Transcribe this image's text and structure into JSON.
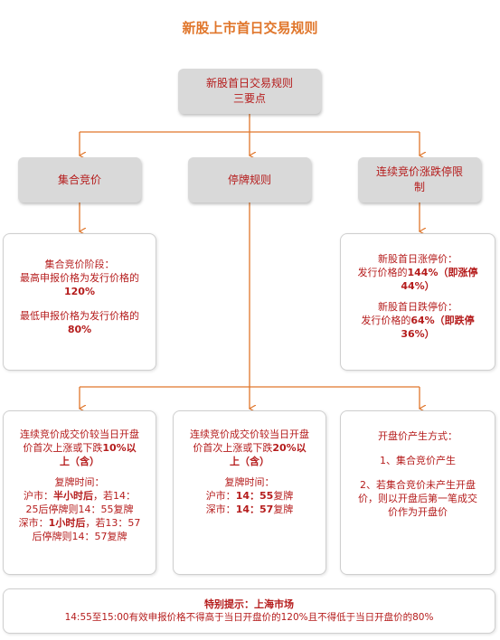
{
  "title": "新股上市首日交易规则",
  "root": {
    "line1": "新股首日交易规则",
    "line2": "三要点"
  },
  "branches": {
    "auction": "集合竞价",
    "halt": "停牌规则",
    "limit": {
      "line1": "连续竞价涨跌停限",
      "line2": "制"
    }
  },
  "auction_panel": {
    "heading": "集合竞价阶段：",
    "max_text": "最高申报价格为发行价格的",
    "max_value": "120%",
    "min_text": "最低申报价格为发行价格的",
    "min_value": "80%"
  },
  "limit_panel": {
    "up_label": "新股首日涨停价：",
    "up_pre": "发行价格的",
    "up_value": "144%（即涨停",
    "up_value2": "44%）",
    "down_label": "新股首日跌停价：",
    "down_pre": "发行价格的",
    "down_value": "64%（即跌停",
    "down_value2": "36%）"
  },
  "halt10_panel": {
    "line1": "连续竞价成交价较当日开盘",
    "line2_pre": "价首次上涨或下跌",
    "line2_b": "10%以",
    "line3_b": "上（含）",
    "resume": "复牌时间：",
    "sh_pre": "沪市：",
    "sh_b": "半小时后",
    "sh_post": "，若14：",
    "sh_line2": "25后停牌则14：55复牌",
    "sz_pre": "深市：",
    "sz_b": "1小时后",
    "sz_post": "，若13：57",
    "sz_line2": "后停牌则14：57复牌"
  },
  "halt20_panel": {
    "line1": "连续竞价成交价较当日开盘",
    "line2_pre": "价首次上涨或下跌",
    "line2_b": "20%以",
    "line3_b": "上（含）",
    "resume": "复牌时间：",
    "sh_pre": "沪市：",
    "sh_b": "14：55",
    "sh_post": "复牌",
    "sz_pre": "深市：",
    "sz_b": "14：57",
    "sz_post": "复牌"
  },
  "open_panel": {
    "heading": "开盘价产生方式：",
    "item1": "1、集合竞价产生",
    "item2_line1": "2、若集合竞价未产生开盘",
    "item2_line2": "价，则以开盘后第一笔成交",
    "item2_line3": "价作为开盘价"
  },
  "notice": {
    "heading": "特别提示：上海市场",
    "body": "14:55至15:00有效申报价格不得高于当日开盘价的120%且不得低于当日开盘价的80%"
  },
  "colors": {
    "accent": "#e0762b",
    "text": "#b51c1c",
    "box": "#d9d9d9"
  }
}
